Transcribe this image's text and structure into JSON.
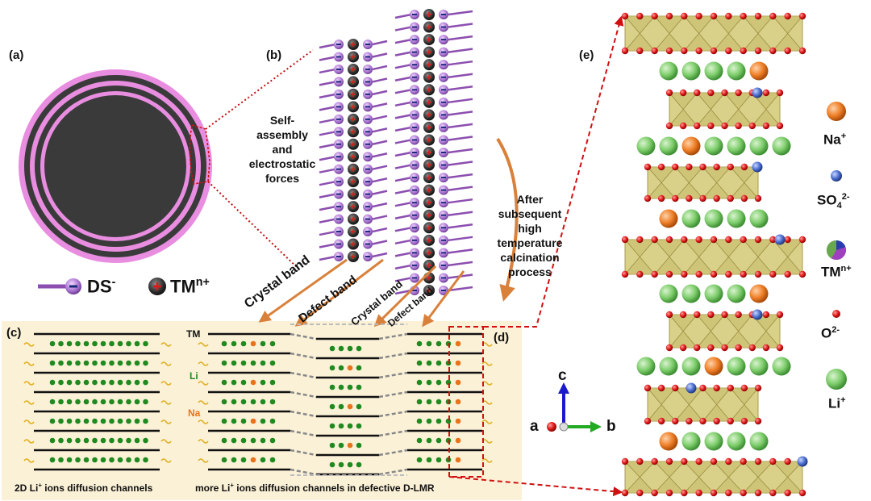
{
  "panels": {
    "a": "(a)",
    "b": "(b)",
    "c": "(c)",
    "d": "(d)",
    "e": "(e)"
  },
  "notes": {
    "self_assembly": [
      "Self-",
      "assembly",
      "and",
      "electrostatic",
      "forces"
    ],
    "calcination": [
      "After",
      "subsequent",
      "high",
      "temperature",
      "calcination",
      "process"
    ]
  },
  "bands": {
    "crystal1": "Crystal band",
    "defect1": "Defect band",
    "crystal2": "Crystal band",
    "defect2": "Defect band"
  },
  "legend_bottom": {
    "ds": "DS",
    "ds_sup": "-",
    "tm": "TM",
    "tm_sup": "n+"
  },
  "panel_c": {
    "caption_pre": "2D Li",
    "caption_sup": "+",
    "caption_post": " ions diffusion channels"
  },
  "panel_d": {
    "row_tm": "TM",
    "row_li": "Li",
    "row_na": "Na",
    "caption_pre": "more Li",
    "caption_sup": "+",
    "caption_post": " ions diffusion channels in defective D-LMR"
  },
  "axes": {
    "c": "c",
    "a": "a",
    "b": "b"
  },
  "legend_right": {
    "na": "Na",
    "na_sup": "+",
    "so4": "SO",
    "so4_sub": "4",
    "so4_sup": "2-",
    "tm": "TM",
    "tm_sup": "n+",
    "o": "O",
    "o_sup": "2-",
    "li": "Li",
    "li_sup": "+"
  },
  "colors": {
    "ring_pink": "#e88de0",
    "core": "#3a3a3a",
    "ds": "#8c4fb0",
    "li_green": "#1f8a1f",
    "na_orange": "#e8731a",
    "so4_blue": "#3b5fb8",
    "oxygen_red": "#d01010",
    "dash_red": "#d01010",
    "panel_bg": "#fbf1d7",
    "arrow_orange": "#d9813a"
  }
}
